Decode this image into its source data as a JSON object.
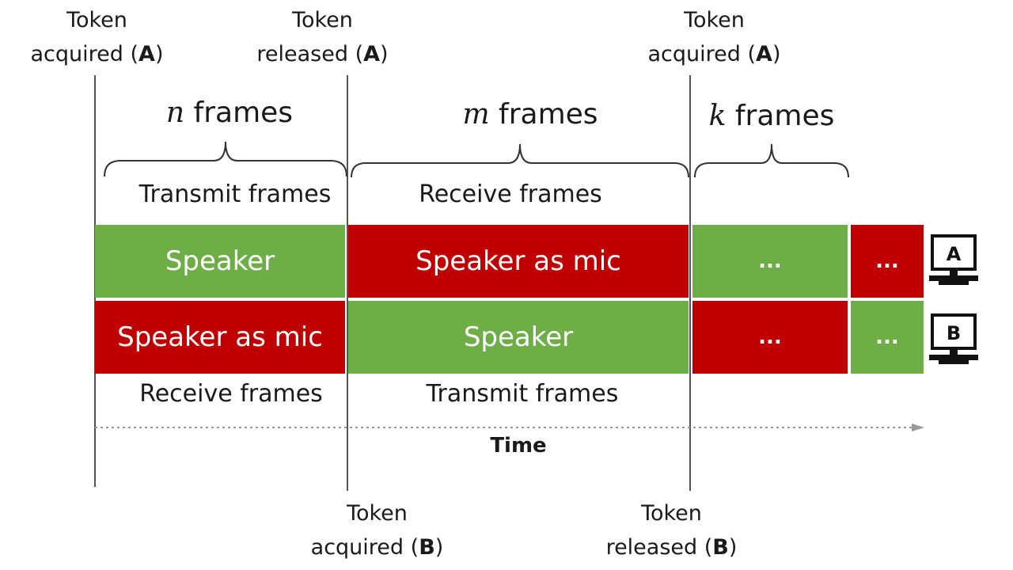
{
  "tokens_top": [
    {
      "line1": "Token",
      "line2_pre": "acquired (",
      "line2_bold": "A",
      "line2_post": ")"
    },
    {
      "line1": "Token",
      "line2_pre": "released (",
      "line2_bold": "A",
      "line2_post": ")"
    },
    {
      "line1": "Token",
      "line2_pre": "acquired (",
      "line2_bold": "A",
      "line2_post": ")"
    }
  ],
  "tokens_bottom": [
    {
      "line1": "Token",
      "line2_pre": "acquired (",
      "line2_bold": "B",
      "line2_post": ")"
    },
    {
      "line1": "Token",
      "line2_pre": "released (",
      "line2_bold": "B",
      "line2_post": ")"
    }
  ],
  "frame_groups": [
    {
      "var": "n",
      "text": " frames"
    },
    {
      "var": "m",
      "text": " frames"
    },
    {
      "var": "k",
      "text": " frames"
    }
  ],
  "labels_top": [
    "Transmit frames",
    "Receive frames"
  ],
  "labels_bottom": [
    "Receive frames",
    "Transmit frames"
  ],
  "row_a": [
    {
      "text": "Speaker",
      "color": "green"
    },
    {
      "text": "Speaker as mic",
      "color": "red"
    },
    {
      "text": "...",
      "color": "green"
    },
    {
      "text": "...",
      "color": "red"
    }
  ],
  "row_b": [
    {
      "text": "Speaker as mic",
      "color": "red"
    },
    {
      "text": "Speaker",
      "color": "green"
    },
    {
      "text": "...",
      "color": "red"
    },
    {
      "text": "...",
      "color": "green"
    }
  ],
  "devices": [
    {
      "label": "A"
    },
    {
      "label": "B"
    }
  ],
  "time_label": "Time",
  "colors": {
    "green": "#6dae47",
    "red": "#c00000"
  }
}
